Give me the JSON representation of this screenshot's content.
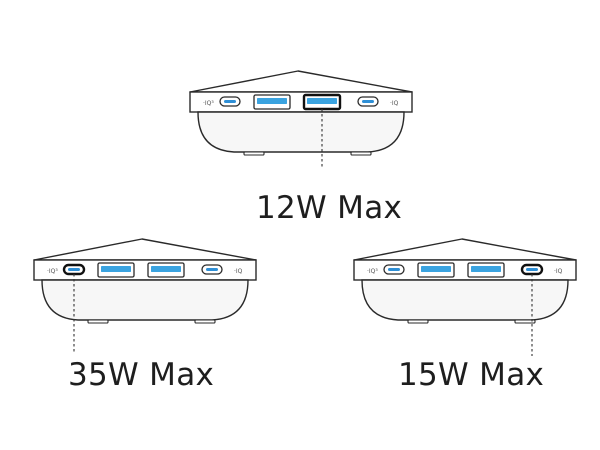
{
  "colors": {
    "body_outline": "#2a2a2a",
    "face": "#f5f5f5",
    "shadow": "#e6e6e6",
    "usb_a_blue": "#3aa3e0",
    "usb_c_blue": "#2e8fd6",
    "leader": "#333333"
  },
  "devices": [
    {
      "id": "top",
      "port_labels": {
        "left": "·IQ³",
        "middle": "·IQ",
        "right": "·IQ"
      },
      "highlighted_port": "usb-a-2",
      "caption": "12W Max"
    },
    {
      "id": "bottom-left",
      "port_labels": {
        "left": "·IQ³",
        "middle": "·IQ",
        "right": "·IQ"
      },
      "highlighted_port": "usb-c-1",
      "caption": "35W Max"
    },
    {
      "id": "bottom-right",
      "port_labels": {
        "left": "·IQ³",
        "middle": "·IQ",
        "right": "·IQ"
      },
      "highlighted_port": "usb-c-2",
      "caption": "15W Max"
    }
  ]
}
